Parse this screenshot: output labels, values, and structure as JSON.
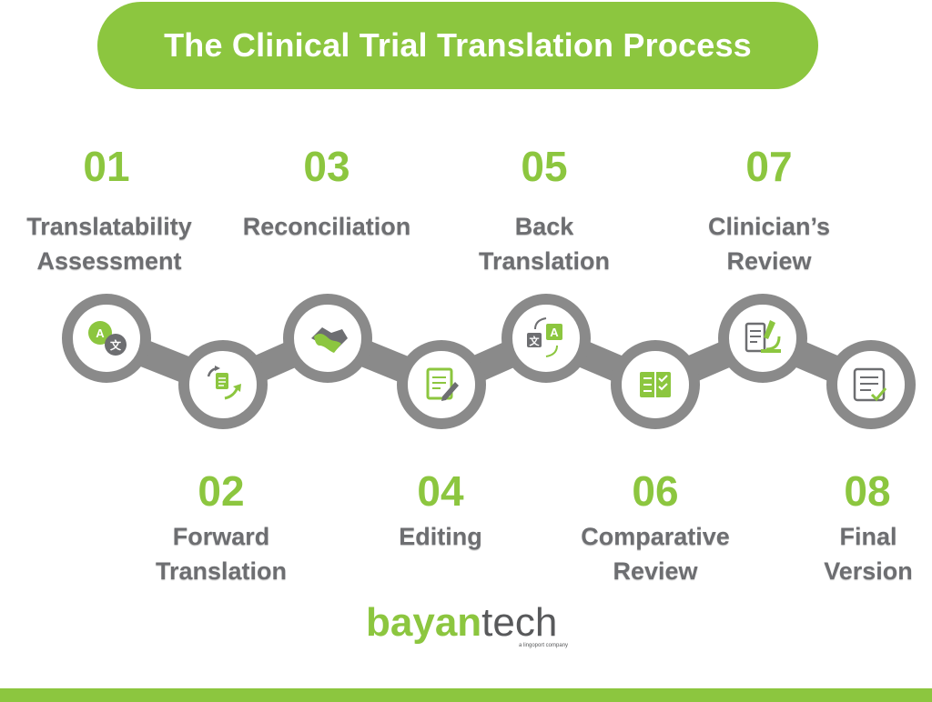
{
  "title": "The Clinical Trial Translation Process",
  "colors": {
    "accent": "#8cc63f",
    "chain": "#8a8a8a",
    "text": "#6d6e71"
  },
  "steps": [
    {
      "number": "01",
      "lines": [
        "Translatability",
        "Assessment"
      ],
      "icon": "translation-chat-icon"
    },
    {
      "number": "02",
      "lines": [
        "Forward",
        "Translation"
      ],
      "icon": "document-arrows-icon"
    },
    {
      "number": "03",
      "lines": [
        "Reconciliation"
      ],
      "icon": "handshake-icon"
    },
    {
      "number": "04",
      "lines": [
        "Editing"
      ],
      "icon": "edit-document-icon"
    },
    {
      "number": "05",
      "lines": [
        "Back",
        "Translation"
      ],
      "icon": "translate-cycle-icon"
    },
    {
      "number": "06",
      "lines": [
        "Comparative",
        "Review"
      ],
      "icon": "checklist-book-icon"
    },
    {
      "number": "07",
      "lines": [
        "Clinician’s",
        "Review"
      ],
      "icon": "microscope-report-icon"
    },
    {
      "number": "08",
      "lines": [
        "Final",
        "Version"
      ],
      "icon": "checklist-icon"
    }
  ],
  "logo": {
    "brand_part1": "bayan",
    "brand_part2": "tech",
    "tagline": "a lingoport company"
  }
}
